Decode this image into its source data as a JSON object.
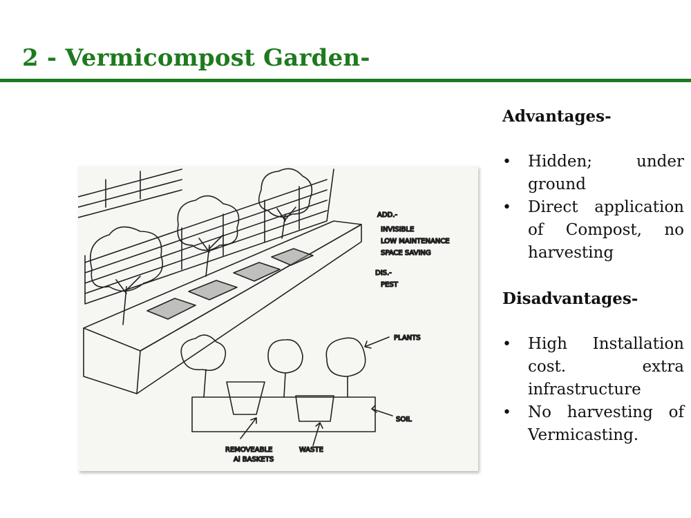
{
  "slide": {
    "title": "2 - Vermicompost Garden-",
    "advantages": {
      "heading": "Advantages-",
      "items": [
        "Hidden; under ground",
        "Direct application of Compost, no harvesting"
      ]
    },
    "disadvantages": {
      "heading": "Disadvantages-",
      "items": [
        "High Installation cost. extra infrastructure",
        "No harvesting of Vermicasting."
      ]
    }
  },
  "sketch": {
    "notes": {
      "add_heading": "ADD.-",
      "add_items": [
        "INVISIBLE",
        "LOW MAINTENANCE",
        "SPACE SAVING"
      ],
      "dis_heading": "DIS.-",
      "dis_items": [
        "PEST"
      ]
    },
    "labels": {
      "plants": "PLANTS",
      "soil": "SOIL",
      "baskets_line1": "REMOVEABLE",
      "baskets_line2": "Al BASKETS",
      "waste": "WASTE"
    }
  },
  "colors": {
    "accent": "#1e7a1e",
    "text": "#111111",
    "sketch_paper": "#f6f6f2"
  }
}
